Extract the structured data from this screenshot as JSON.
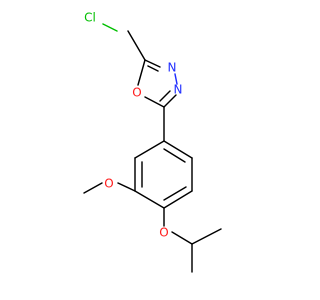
{
  "atoms": {
    "chlorine": "Cl",
    "nitrogen_a": "N",
    "nitrogen_b": "N",
    "ring_oxygen": "O",
    "methoxy_oxygen": "O",
    "isopropoxy_oxygen": "O"
  },
  "colors": {
    "background": "#ffffff",
    "carbon_bond": "#000000",
    "chlorine": "#00bf00",
    "nitrogen": "#1f2dff",
    "oxygen": "#ff1a1a"
  }
}
